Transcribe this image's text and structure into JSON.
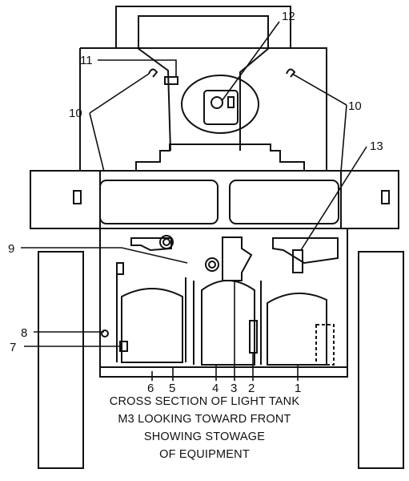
{
  "colors": {
    "ink": "#111111",
    "paper": "#ffffff"
  },
  "callouts": {
    "n1": "1",
    "n2": "2",
    "n3": "3",
    "n4": "4",
    "n5": "5",
    "n6": "6",
    "n7": "7",
    "n8": "8",
    "n9": "9",
    "n10_left": "10",
    "n10_right": "10",
    "n11": "11",
    "n12": "12",
    "n13": "13"
  },
  "caption": {
    "line1": "CROSS SECTION OF LIGHT TANK",
    "line2": "M3 LOOKING TOWARD FRONT",
    "line3": "SHOWING STOWAGE",
    "line4": "OF EQUIPMENT"
  }
}
